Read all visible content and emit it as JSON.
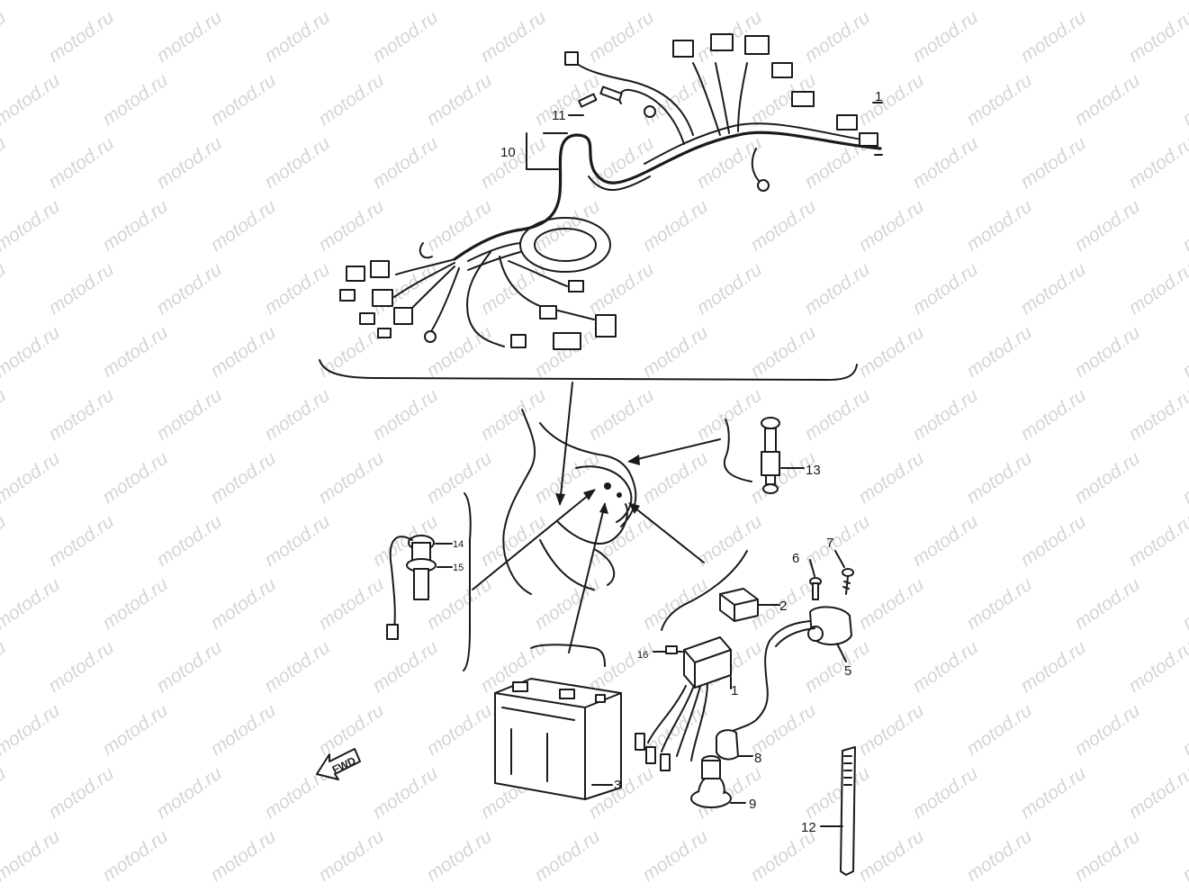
{
  "watermark": "motod.ru",
  "direction_label": "FWD",
  "callouts": {
    "c1": "1",
    "c2": "2",
    "c3": "3",
    "c5": "5",
    "c6": "6",
    "c7": "7",
    "c8": "8",
    "c9": "9",
    "c10": "10",
    "c11": "11",
    "c12": "12",
    "c13": "13",
    "c14": "14",
    "c15": "15",
    "c16": "16",
    "c1_harness": "1"
  }
}
